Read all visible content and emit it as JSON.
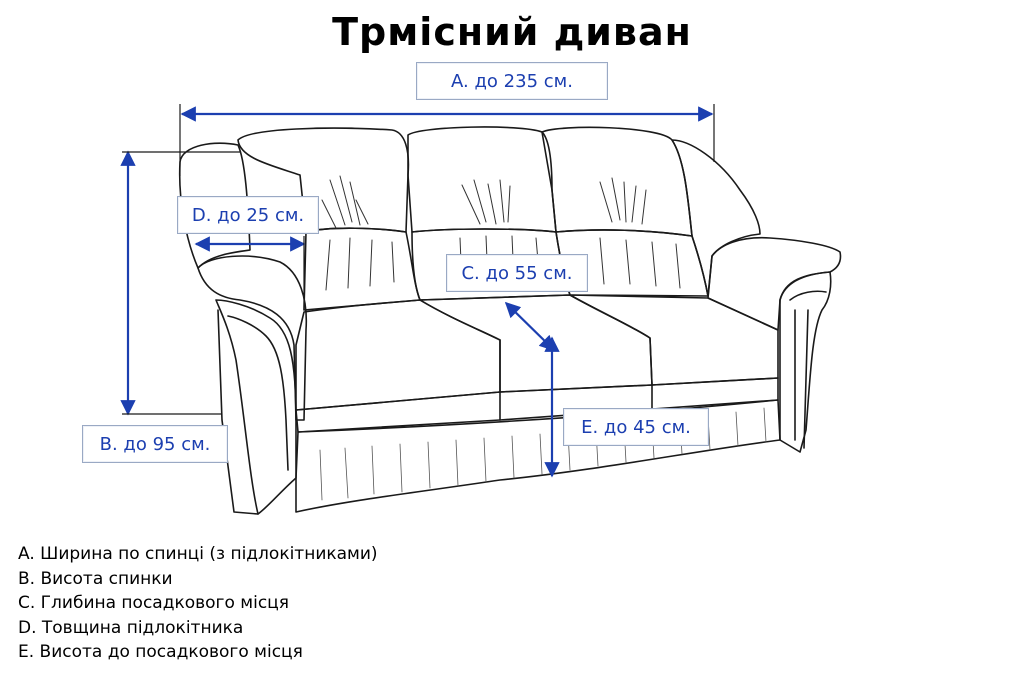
{
  "title": "Трмісний диван",
  "dimensions": {
    "A": "A. до 235 см.",
    "B": "B. до 95 см.",
    "C": "C. до 55 см.",
    "D": "D. до 25 см.",
    "E": "E. до 45 см."
  },
  "legend": [
    "A. Ширина по спинці (з підлокітниками)",
    "B. Висота спинки",
    "C. Глибина посадкового місця",
    "D. Товщина підлокітника",
    "E. Висота до посадкового місця"
  ],
  "colors": {
    "dimension": "#1c3fb0",
    "outline": "#1a1a1a"
  }
}
